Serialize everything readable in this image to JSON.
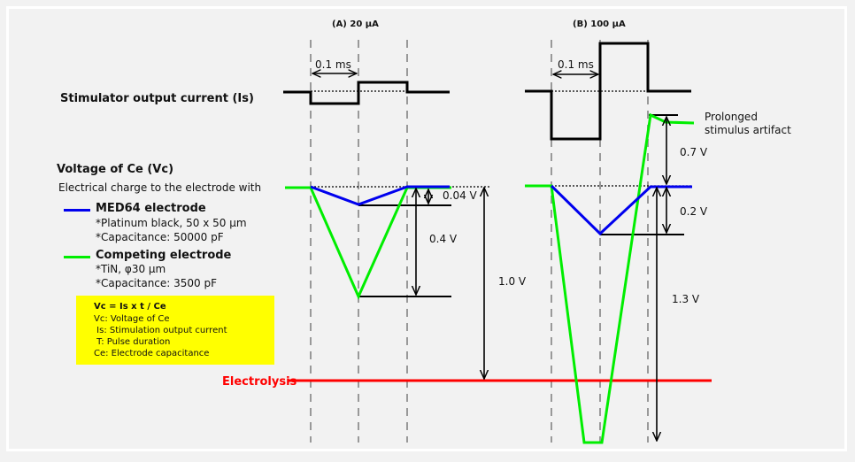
{
  "panels": {
    "a_title": "(A) 20 μA",
    "b_title": "(B) 100 μA",
    "pulse_width_a": "0.1 ms",
    "pulse_width_b": "0.1 ms"
  },
  "labels": {
    "stimulator_current": "Stimulator output current (Is)",
    "voltage_title": "Voltage of Ce (Vc)",
    "charge_desc": "Electrical charge to the electrode with",
    "electrolysis": "Electrolysis",
    "prolonged_line1": "Prolonged",
    "prolonged_line2": "stimulus artifact"
  },
  "legend": {
    "med64": {
      "title": "MED64 electrode",
      "line1": "*Platinum black, 50 x 50 μm",
      "line2": "*Capacitance: 50000 pF",
      "color": "#0000ee"
    },
    "competing": {
      "title": "Competing electrode",
      "line1": "*TiN, φ30 μm",
      "line2": "*Capacitance: 3500 pF",
      "color": "#00ee00"
    }
  },
  "formula_box": {
    "formula": "Vc = Is x t / Ce",
    "lines": [
      "Vc: Voltage of Ce",
      " Is: Stimulation output current",
      " T: Pulse duration",
      "Ce: Electrode capacitance"
    ],
    "color": "#ffff00"
  },
  "measurements": {
    "a_med64": "0.04 V",
    "a_competing": "0.4 V",
    "a_to_electrolysis": "1.0 V",
    "b_artifact": "0.7 V",
    "b_med64": "0.2 V",
    "b_to_bottom": "1.3 V"
  },
  "colors": {
    "electrolysis": "#ff0000",
    "grid": "#999999",
    "trace": "#000000"
  }
}
